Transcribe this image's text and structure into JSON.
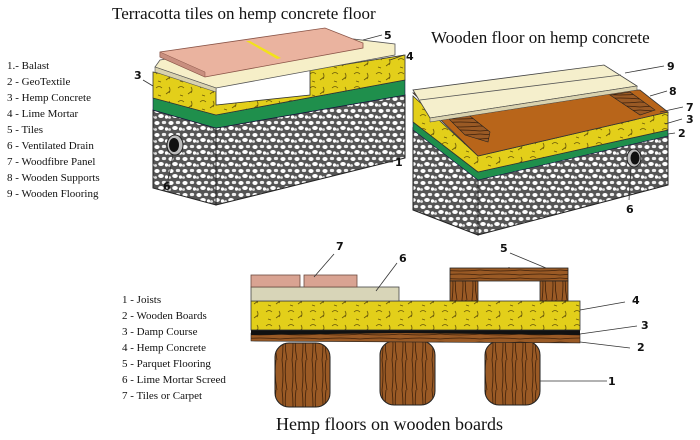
{
  "diagrams": [
    {
      "title": "Terracotta tiles on hemp concrete floor",
      "callouts": [
        "5",
        "4",
        "3",
        "1",
        "6"
      ]
    },
    {
      "title": "Wooden floor on hemp concrete",
      "callouts": [
        "9",
        "8",
        "7",
        "3",
        "2",
        "6"
      ]
    },
    {
      "title": "Hemp floors on wooden boards",
      "callouts": [
        "7",
        "6",
        "5",
        "4",
        "3",
        "2",
        "1"
      ]
    }
  ],
  "legend_top": [
    "1.- Balast",
    "2 - GeoTextile",
    "3 - Hemp Concrete",
    "4 - Lime Mortar",
    "5 - Tiles",
    "6 - Ventilated Drain",
    "7 - Woodfibre Panel",
    "8 - Wooden Supports",
    "9 - Wooden Flooring"
  ],
  "legend_bottom": [
    "1 - Joists",
    "2 - Wooden Boards",
    "3 -  Damp Course",
    "4 - Hemp Concrete",
    "5 - Parquet Flooring",
    "6 - Lime Mortar Screed",
    "7 - Tiles or Carpet"
  ],
  "colors": {
    "tile": "#eab39f",
    "tile_edge": "#c98f7f",
    "grout": "#f2e21a",
    "lime_mortar": "#f6efc8",
    "lime_mortar_side": "#d9d2ae",
    "hemp": "#e3cf1a",
    "hemp_dark": "#c9b414",
    "geotextile": "#1f8f4c",
    "geotextile_top": "#2eab60",
    "ballast": "#7d7d7d",
    "woodfibre": "#b8651a",
    "wood": "#8a4e1f",
    "wood_light": "#a8652a",
    "flooring": "#f5efcc",
    "screed": "#d8d5b8",
    "tiles_bottom": "#d9a392",
    "damp_course": "#111111"
  }
}
